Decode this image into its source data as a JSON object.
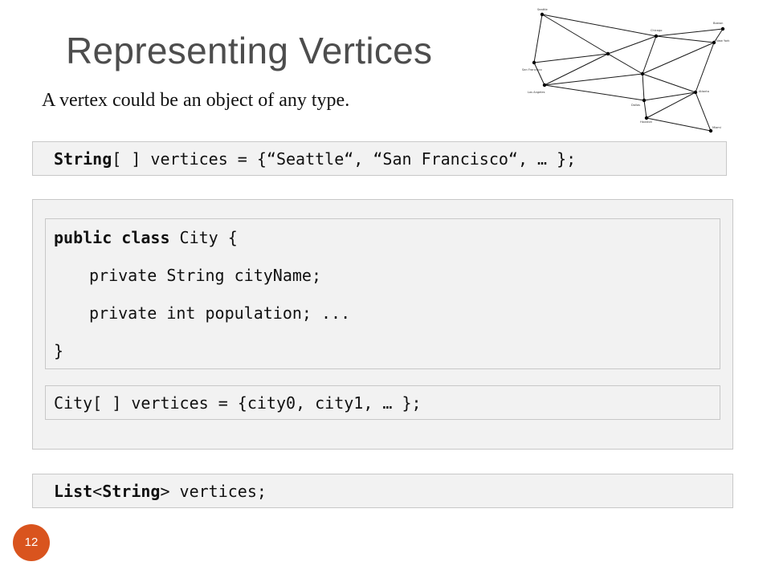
{
  "slide": {
    "title": "Representing Vertices",
    "subtitle": "A vertex could be an object of any type.",
    "page_number": "12"
  },
  "code": {
    "array": {
      "kw": "String",
      "rest": "[ ] vertices = {“Seattle“, “San Francisco“, … };"
    },
    "class_def": {
      "line1_kw": "public class",
      "line1_rest": " City {",
      "line2": "private String cityName;",
      "line3": "private int population; ...",
      "line4": "}"
    },
    "city_array": "City[ ] vertices = {city0, city1, … };",
    "list": {
      "kw1": "List",
      "lt": "<",
      "kw2": "String",
      "rest": "> vertices;"
    }
  },
  "graph": {
    "labels": {
      "seattle": "Seattle",
      "chicago": "Chicago",
      "boston": "Boston",
      "new_york": "New York",
      "san_francisco": "San Francisco",
      "los_angeles": "Los Angeles",
      "atlanta": "Atlanta",
      "dallas": "Dallas",
      "houston": "Houston",
      "miami": "Miami"
    }
  }
}
